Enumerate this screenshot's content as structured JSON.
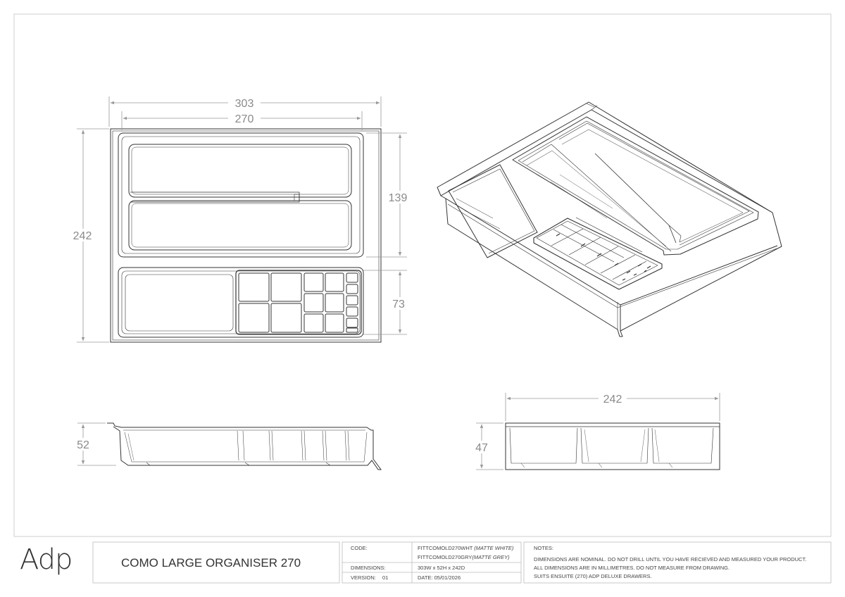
{
  "drawing": {
    "top_view": {
      "width_outer": "303",
      "width_inner": "270",
      "depth": "242",
      "rear_section": "139",
      "front_section": "73"
    },
    "side_view": {
      "height": "52"
    },
    "front_view": {
      "depth": "242",
      "height": "47"
    }
  },
  "title_block": {
    "brand": "Adp",
    "product_title": "COMO LARGE ORGANISER 270",
    "code_label": "CODE:",
    "code_white": "FITTCOMOLD270WHT",
    "code_white_finish": "(MATTE WHITE)",
    "code_grey": "FITTCOMOLD270GRY",
    "code_grey_finish": "(MATTE GREY)",
    "dimensions_label": "DIMENSIONS:",
    "dimensions_value": "303W x 52H x 242D",
    "version_label": "VERSION:",
    "version_value": "01",
    "date_label": "DATE: 05/01/2026",
    "notes_label": "NOTES:",
    "notes": [
      "DIMENSIONS ARE NOMINAL. DO NOT DRILL UNTIL YOU HAVE RECIEVED AND MEASURED YOUR PRODUCT.",
      "ALL DIMENSIONS ARE IN MILLIMETRES. DO NOT MEASURE FROM DRAWING.",
      "SUITS ENSUITE (270) ADP DELUXE DRAWERS."
    ]
  }
}
